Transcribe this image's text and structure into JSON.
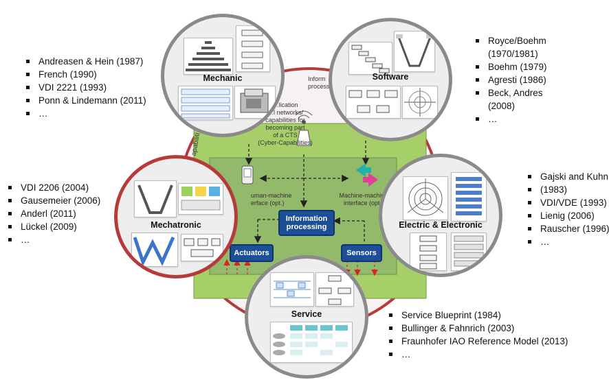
{
  "lists": {
    "mechanic": [
      "Andreasen & Hein (1987)",
      "French (1990)",
      "VDI 2221 (1993)",
      "Ponn & Lindemann (2011)",
      "…"
    ],
    "software": [
      "Royce/Boehm (1970/1981)",
      "Boehm (1979)",
      "Agresti (1986)",
      "Beck, Andres (2008)",
      "…"
    ],
    "mechatronic": [
      "VDI 2206 (2004)",
      "Gausemeier (2006)",
      "Anderl (2011)",
      "Lückel (2009)",
      "…"
    ],
    "electric": [
      "Gajski and Kuhn",
      "(1983)",
      "VDI/VDE (1993)",
      "Lienig (2006)",
      "Rauscher (1996)",
      "…"
    ],
    "service": [
      "Service Blueprint (1984)",
      "Bullinger & Fahnrich (2003)",
      "Fraunhofer IAO Reference Model  (2013)",
      "…"
    ]
  },
  "circles": {
    "mechanic": "Mechanic",
    "software": "Software",
    "mechatronic": "Mechatronic",
    "electric": "Electric & Electronic",
    "service": "Service"
  },
  "center": {
    "info_processing": "Information processing",
    "actuators": "Actuators",
    "sensors": "Sensors",
    "hmi": "uman-machine\nerface (opt.)",
    "mmi": "Machine-machine\ninterface (opt.)",
    "comm": "…lication\n…l networks/\ncapabilities for\nbecoming part\nof a CTS\n(Cyber-Capabilities)",
    "top_info": "Inform\nprocessi",
    "capab": "apabiliti"
  },
  "colors": {
    "ring": "#b73a3a",
    "green": "#a6cf6a",
    "inner": "#93b96a",
    "node": "#1c4f95"
  }
}
